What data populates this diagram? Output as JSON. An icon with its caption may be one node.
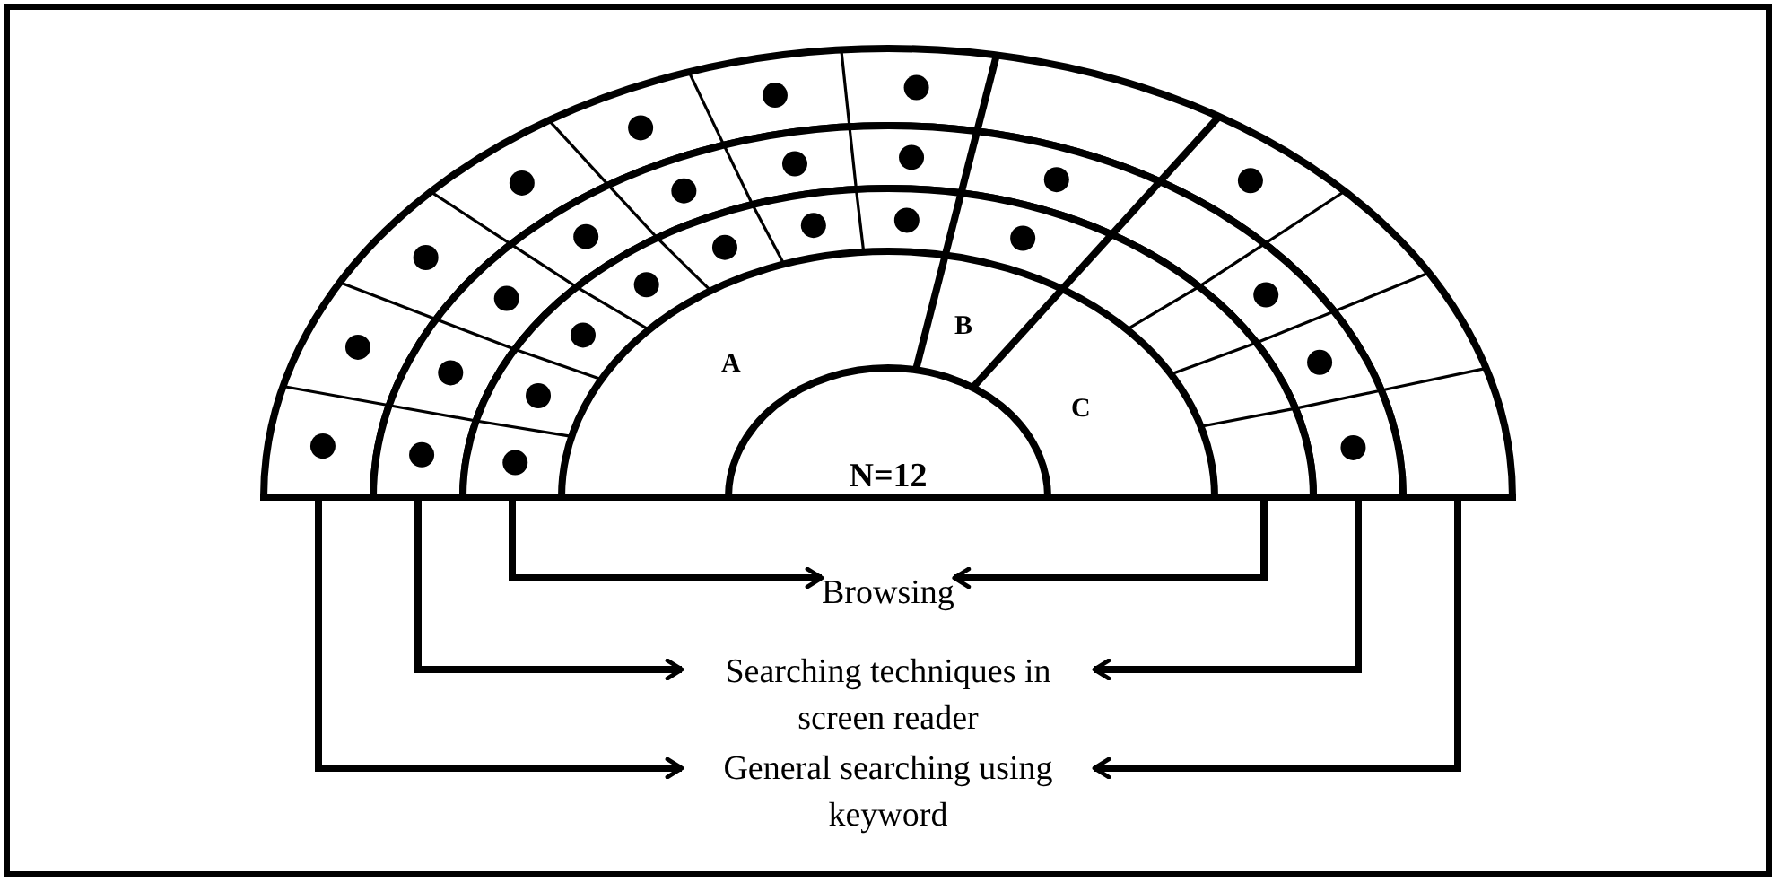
{
  "diagram": {
    "nodes": [
      {
        "text": [
          "N=12"
        ]
      },
      {
        "text": [],
        "shape": "band"
      },
      {
        "text": [],
        "shape": "band"
      },
      {
        "text": [],
        "shape": "band"
      },
      {
        "text": [
          "Browsing"
        ]
      },
      {
        "text": [
          "Searching techniques in screen reader"
        ]
      },
      {
        "text": [
          "General searching using keyword"
        ]
      }
    ],
    "edges": [
      {
        "from": 3,
        "to": 4,
        "arrow": "to"
      },
      {
        "from": 3,
        "to": 4,
        "arrow": "to"
      },
      {
        "from": 2,
        "to": 5,
        "arrow": "to"
      },
      {
        "from": 2,
        "to": 5,
        "arrow": "to"
      },
      {
        "from": 1,
        "to": 6,
        "arrow": "to"
      },
      {
        "from": 1,
        "to": 6,
        "arrow": "to"
      }
    ],
    "labels": [
      "A",
      "B",
      "C"
    ]
  }
}
